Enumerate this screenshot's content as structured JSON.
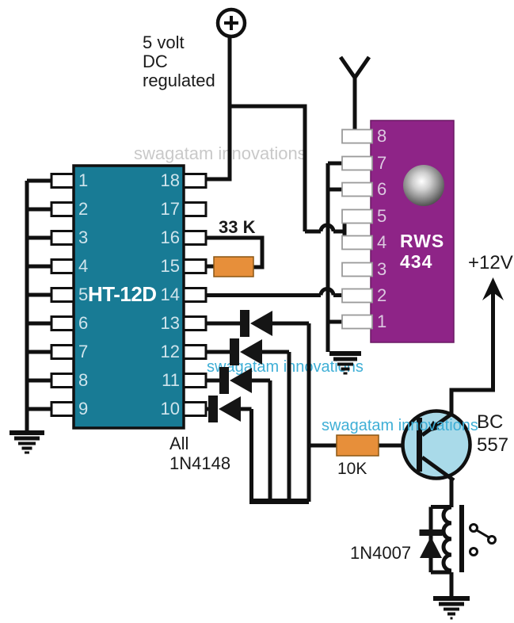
{
  "supply5v": {
    "label": "5 volt\nDC\nregulated"
  },
  "ht12d": {
    "label": "HT-12D",
    "left_pins": [
      "1",
      "2",
      "3",
      "4",
      "5",
      "6",
      "7",
      "8",
      "9"
    ],
    "right_pins": [
      "18",
      "17",
      "16",
      "15",
      "14",
      "13",
      "12",
      "11",
      "10"
    ]
  },
  "rws434": {
    "label": "RWS\n434",
    "pins": [
      "8",
      "7",
      "6",
      "5",
      "4",
      "3",
      "2",
      "1"
    ]
  },
  "parts": {
    "osc_resistor": "33 K",
    "base_resistor": "10K",
    "diode_note": "All\n1N4148",
    "transistor": "BC\n557",
    "flyback_diode": "1N4007",
    "supply12v": "+12V"
  },
  "watermarks": {
    "top": "swagatam innovations",
    "middle": "swagatam innovations",
    "lower": "swagatam innovations"
  },
  "colors": {
    "wire": "#101010",
    "ic_body": "#187b95",
    "rf_module": "#8e2487",
    "resistor": "#e78f3a",
    "transistor_fill": "#a9dae9",
    "watermark_gray": "#c9c9c9",
    "watermark_cyan": "#3fafd6"
  }
}
